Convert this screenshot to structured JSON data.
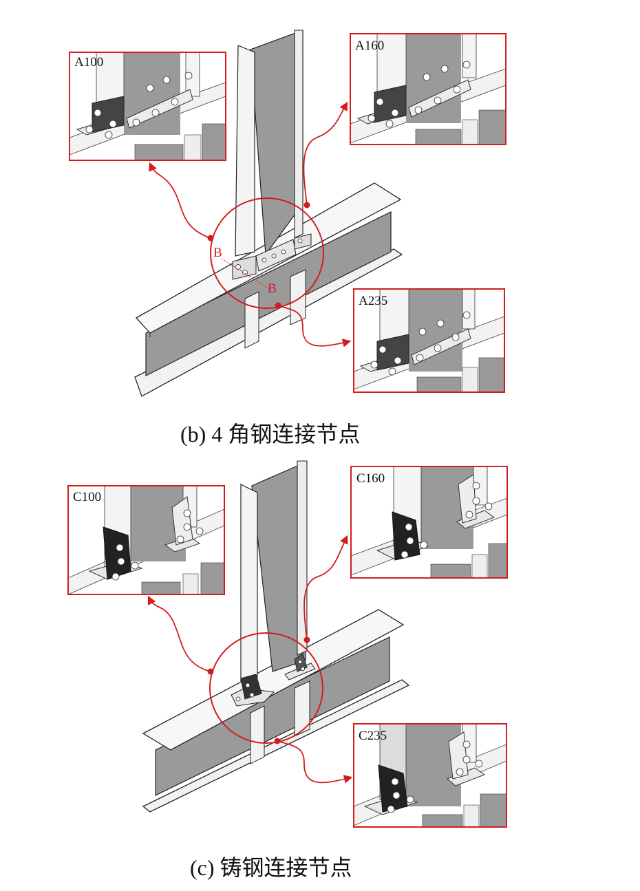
{
  "figure": {
    "panels": [
      {
        "id": "b",
        "caption": "(b) 4 角钢连接节点",
        "section_marker": "B",
        "insets": [
          {
            "label": "A100"
          },
          {
            "label": "A160"
          },
          {
            "label": "A235"
          }
        ]
      },
      {
        "id": "c",
        "caption": "(c)  铸钢连接节点",
        "insets": [
          {
            "label": "C100"
          },
          {
            "label": "C160"
          },
          {
            "label": "C235"
          }
        ]
      }
    ],
    "colors": {
      "callout": "#d41c1c",
      "web_gray": "#9a9a9a",
      "flange_light": "#f2f2f2",
      "outline": "#222222"
    }
  }
}
